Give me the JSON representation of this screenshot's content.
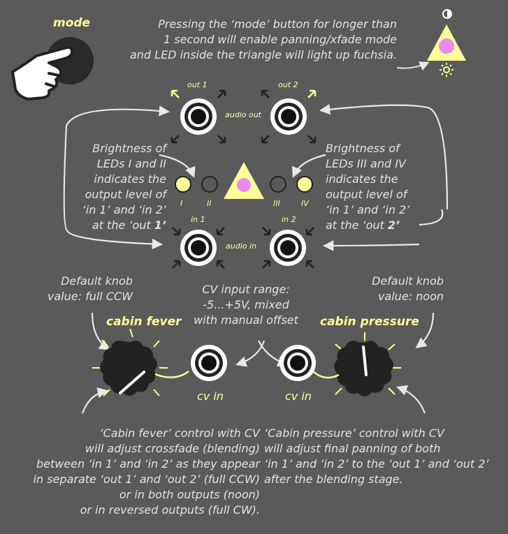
{
  "mode_label": "mode",
  "mode_description": [
    "Pressing the ‘mode’ button for longer than",
    "1 second will enable panning/xfade mode",
    "and LED inside the triangle will light up fuchsia."
  ],
  "out1_label": "out 1",
  "out2_label": "out 2",
  "audio_out_label": "audio out",
  "in1_label": "in 1",
  "in2_label": "in 2",
  "audio_in_label": "audio in",
  "led_labels": [
    "I",
    "II",
    "III",
    "IV"
  ],
  "left_brightness": {
    "lines": [
      "Brightness of",
      "LEDs I and II",
      "indicates the",
      "output level of",
      "‘in 1’ and ‘in 2’"
    ],
    "last_prefix": "at the ‘out ",
    "last_bold": "1’"
  },
  "right_brightness": {
    "lines": [
      "Brightness of",
      "LEDs III and IV",
      "indicates the",
      "output level of",
      "‘in 1’ and ‘in 2’"
    ],
    "last_prefix": "at the ‘out ",
    "last_bold": "2’"
  },
  "default_left": [
    "Default knob",
    "value: full CCW"
  ],
  "default_right": [
    "Default knob",
    "value: noon"
  ],
  "cv_range": [
    "CV input range:",
    "-5...+5V, mixed",
    "with manual offset"
  ],
  "cabin_fever_label": "cabin fever",
  "cabin_pressure_label": "cabin pressure",
  "cv_in_left": "cv in",
  "cv_in_right": "cv in",
  "fever_description": [
    "‘Cabin fever’ control with CV",
    "will adjust crossfade (blending)",
    "between ‘in 1’ and ‘in 2’ as they appear",
    "in separate ‘out 1’ and ‘out 2’ (full CCW)",
    "or in both outputs (noon)",
    "or in reversed outputs (full CW)."
  ],
  "pressure_description": [
    "‘Cabin pressure’ control with CV",
    "will adjust final panning of both",
    "‘in 1’ and ‘in 2’ to the ‘out 1’ and ‘out 2’",
    "after the blending stage."
  ],
  "colors": {
    "background": "#5a5a5a",
    "accent_yellow": "#ffff99",
    "fuchsia": "#ee88ee",
    "text": "#e2e2e2"
  },
  "icons": [
    "hand-pointer-icon",
    "contrast-icon",
    "brightness-icon"
  ]
}
